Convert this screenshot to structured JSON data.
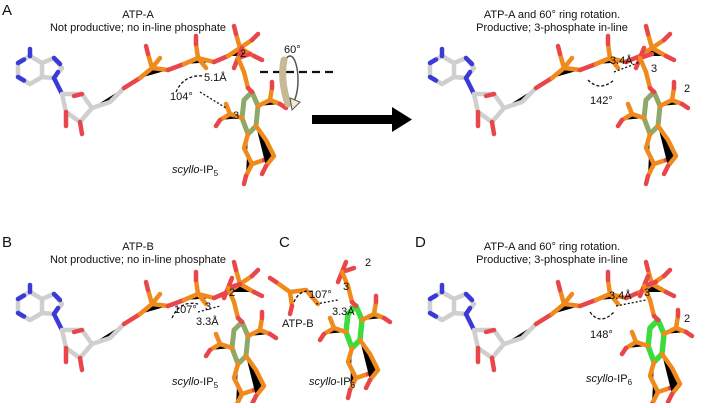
{
  "panels": {
    "A": {
      "label": "A",
      "left": {
        "title": "ATP-A",
        "subtitle": "Not productive; no in-line phosphate",
        "angle": "104°",
        "distance": "5.1Å",
        "num1": "2",
        "num2": "3",
        "rotation": "60°",
        "mol_italic": "scyllo",
        "mol_rest": "-IP",
        "mol_sub": "5"
      },
      "right": {
        "title": "ATP-A and 60° ring rotation.",
        "subtitle": "Productive; 3-phosphate in-line",
        "angle": "142°",
        "distance": "3.4Å",
        "num1": "3",
        "num2": "2"
      }
    },
    "B": {
      "label": "B",
      "title": "ATP-B",
      "subtitle": "Not productive; no in-line phosphate",
      "angle": "107°",
      "distance": "3.3Å",
      "num1": "2",
      "num2": "3",
      "mol_italic": "scyllo",
      "mol_rest": "-IP",
      "mol_sub": "5"
    },
    "C": {
      "label": "C",
      "angle": "107°",
      "distance": "3.3Å",
      "num1": "2",
      "num2": "3",
      "atp_label": "ATP-B",
      "mol_italic": "scyllo",
      "mol_rest": "-IP",
      "mol_sub": "6"
    },
    "D": {
      "label": "D",
      "title": "ATP-A and 60° ring rotation.",
      "subtitle": "Productive; 3-phosphate in-line",
      "angle": "148°",
      "distance": "3.4Å",
      "num1": "3",
      "num2": "2",
      "mol_italic": "scyllo",
      "mol_rest": "-IP",
      "mol_sub": "6"
    }
  },
  "colors": {
    "carbon_atp": "#cfcfcf",
    "nitrogen": "#3a3ad8",
    "oxygen": "#e8464a",
    "phosphorus": "#f08a1c",
    "ring_olive": "#8ea86a",
    "ring_green": "#3ddc3d",
    "arrow": "#000000"
  }
}
